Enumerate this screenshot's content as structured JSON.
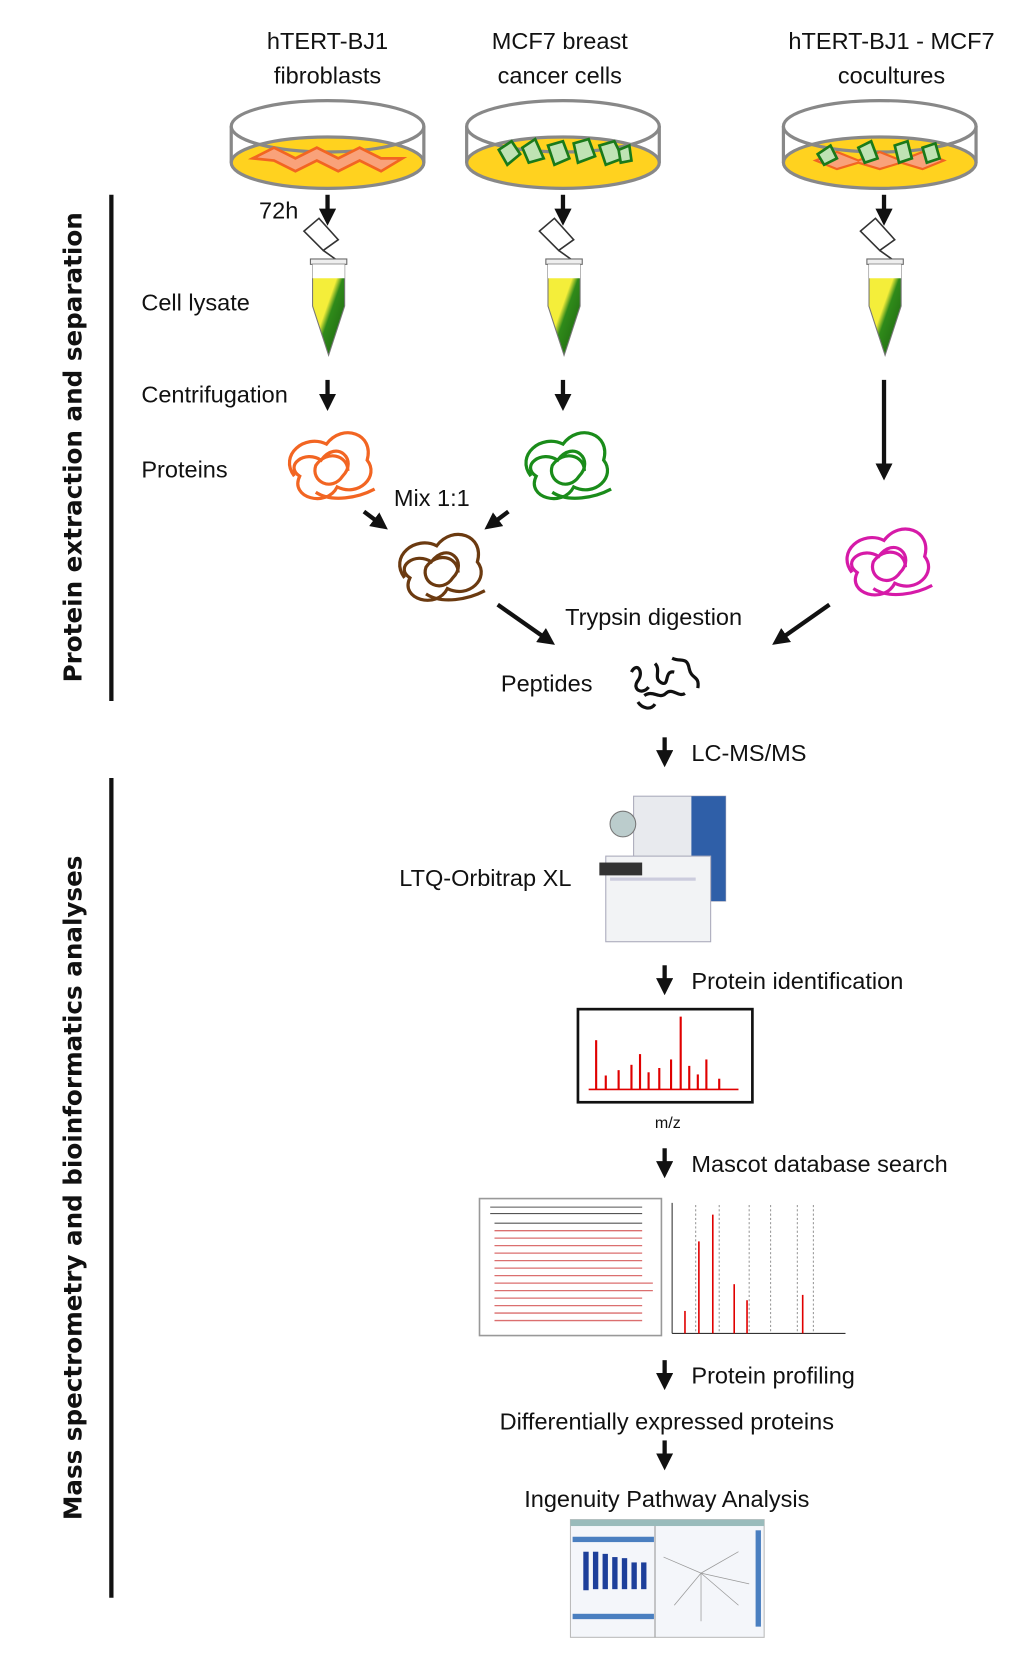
{
  "columns": [
    {
      "line1": "hTERT-BJ1",
      "line2": "fibroblasts"
    },
    {
      "line1": "MCF7 breast",
      "line2": "cancer cells"
    },
    {
      "line1": "hTERT-BJ1 - MCF7",
      "line2": "cocultures"
    }
  ],
  "sections": {
    "extraction": "Protein extraction and separation",
    "analysis": "Mass spectrometry  and bioinformatics analyses"
  },
  "steps": {
    "incubation": "72h",
    "cell_lysate": "Cell lysate",
    "centrifugation": "Centrifugation",
    "proteins": "Proteins",
    "mix": "Mix 1:1",
    "trypsin": "Trypsin digestion",
    "peptides": "Peptides",
    "lcms": "LC-MS/MS",
    "instrument": "LTQ-Orbitrap XL",
    "identification": "Protein identification",
    "mz": "m/z",
    "mascot": "Mascot database search",
    "profiling": "Protein profiling",
    "dep": "Differentially expressed proteins",
    "ipa": "Ingenuity Pathway Analysis"
  },
  "colors": {
    "fibroblast": "#f26522",
    "mcf7": "#1a8c1a",
    "mix": "#6b3a10",
    "coculture": "#d61aa8",
    "medium": "#ffd21f",
    "spectrum": "#e00000"
  }
}
